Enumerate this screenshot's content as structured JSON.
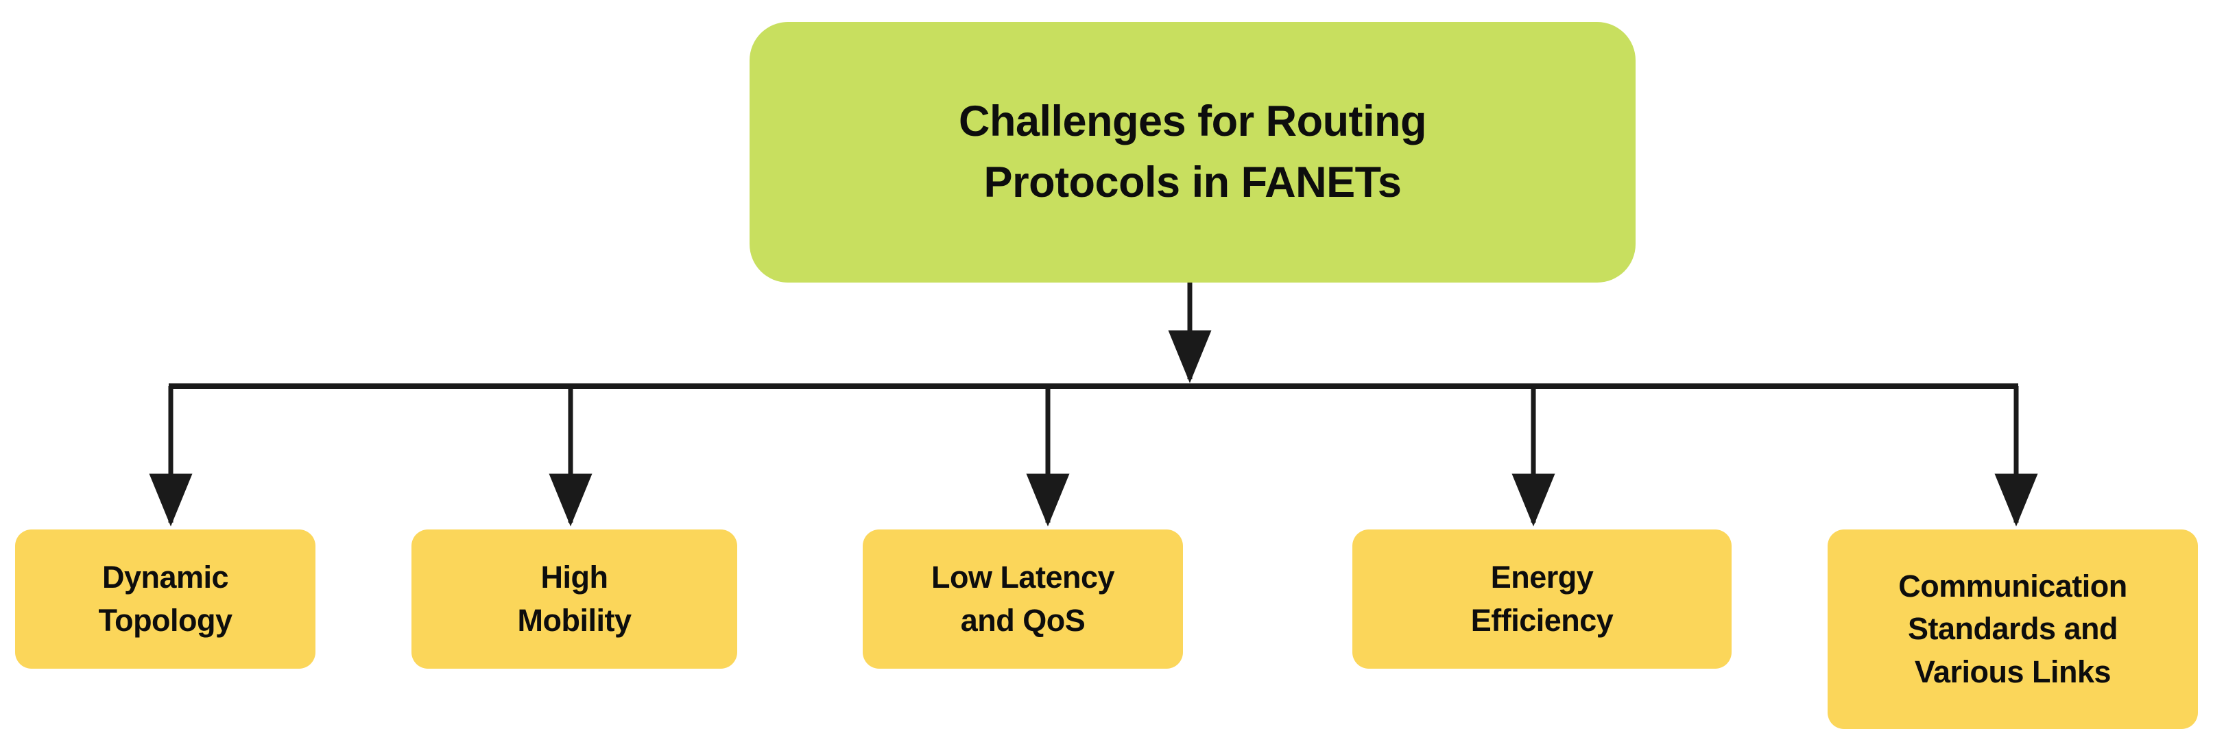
{
  "diagram": {
    "title": "Challenges for Routing Protocols in FANETs",
    "root": {
      "label": "Challenges for Routing\nProtocols in FANETs",
      "color": "#c8df5f",
      "text_color": "#0d0d0d"
    },
    "leaf_color": "#fbd65a",
    "connector_color": "#1a1a1a",
    "background": "#ffffff",
    "children": [
      {
        "label": "Dynamic\nTopology"
      },
      {
        "label": "High\nMobility"
      },
      {
        "label": "Low Latency\nand QoS"
      },
      {
        "label": "Energy\nEfficiency"
      },
      {
        "label": "Communication\nStandards and\nVarious Links"
      }
    ]
  }
}
